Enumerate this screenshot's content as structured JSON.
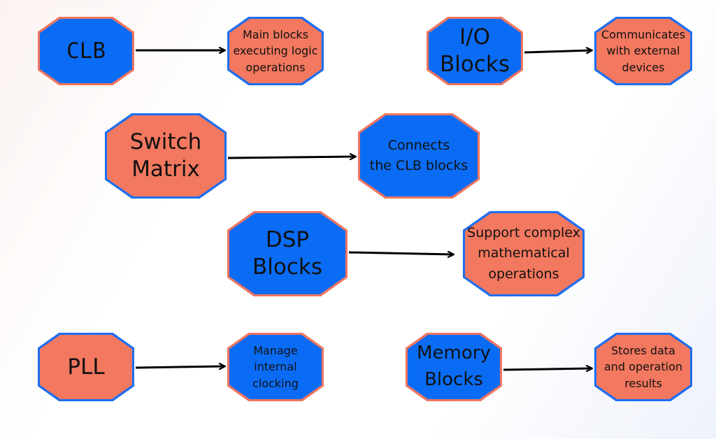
{
  "nodes": {
    "clb": "CLB",
    "clb_desc": "Main blocks\nexecuting logic\noperations",
    "io": "I/O\nBlocks",
    "io_desc": "Communicates\nwith external\ndevices",
    "switch": "Switch\nMatrix",
    "switch_desc": "Connects\nthe CLB blocks",
    "dsp": "DSP\nBlocks",
    "dsp_desc": "Support complex\nmathematical\noperations",
    "pll": "PLL",
    "pll_desc": "Manage\ninternal\nclocking",
    "memory": "Memory\nBlocks",
    "memory_desc": "Stores data\nand operation\nresults"
  },
  "colors": {
    "blue": "#0a6cf5",
    "orange": "#f2785f",
    "arrow": "#000000"
  }
}
